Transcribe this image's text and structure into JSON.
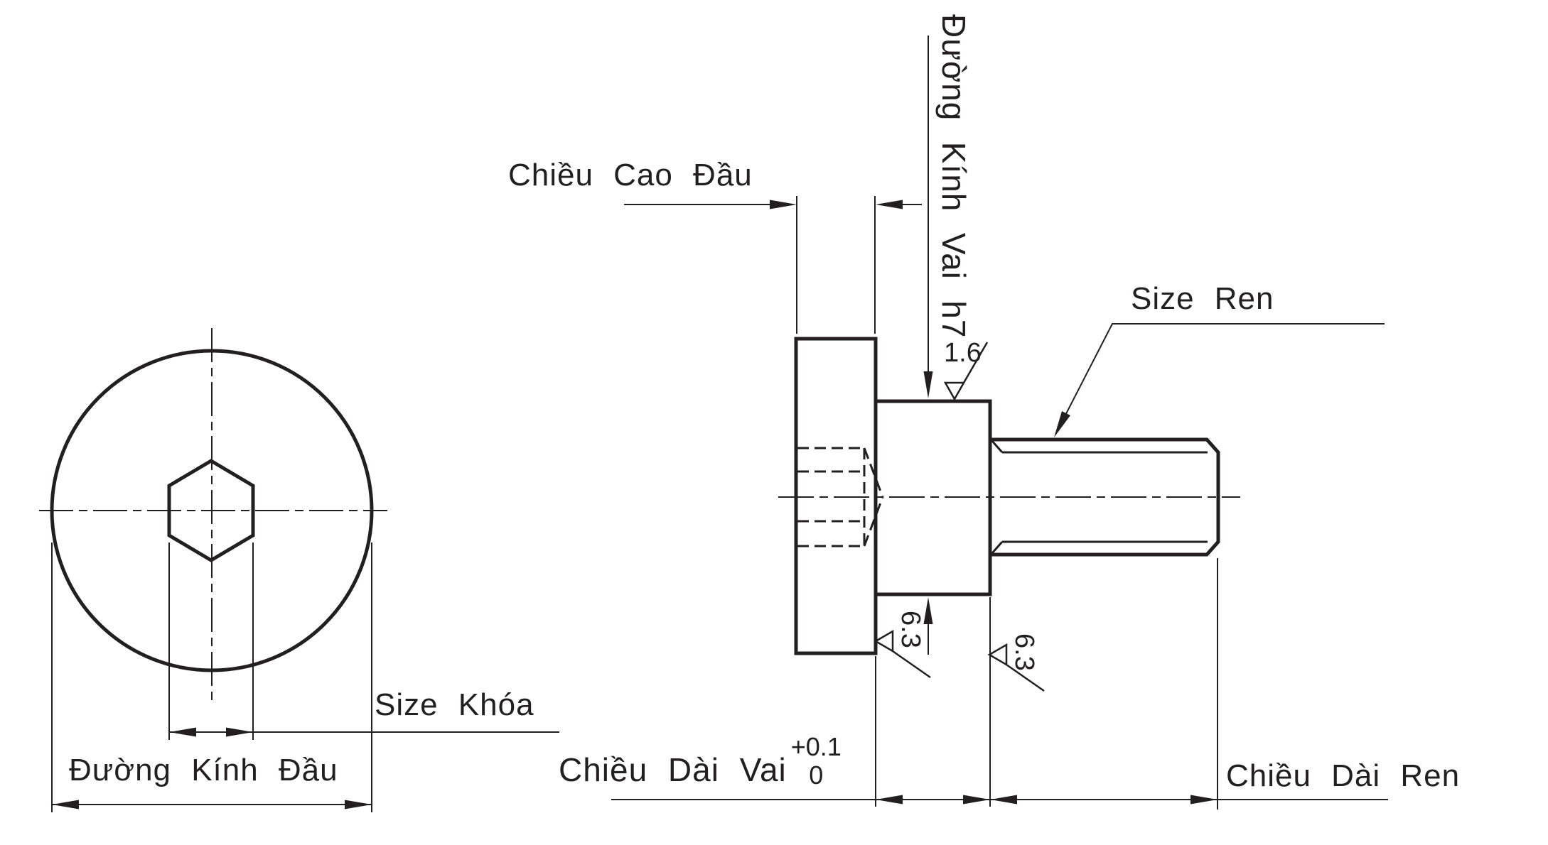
{
  "colors": {
    "line": "#231f20",
    "background": "#ffffff"
  },
  "labels": {
    "head_height": "Chiều Cao Đầu",
    "shoulder_diameter": "Đường Kính Vai h7",
    "thread_size": "Size Ren",
    "key_size": "Size Khóa",
    "head_diameter": "Đường Kính Đầu",
    "shoulder_length": "Chiều Dài Vai",
    "thread_length": "Chiều Dài Ren"
  },
  "tolerances": {
    "shoulder_length_upper": "+0.1",
    "shoulder_length_lower": "0"
  },
  "surface_roughness": {
    "shoulder_surface": "1.6",
    "head_face": "6.3",
    "thread_face": "6.3"
  }
}
